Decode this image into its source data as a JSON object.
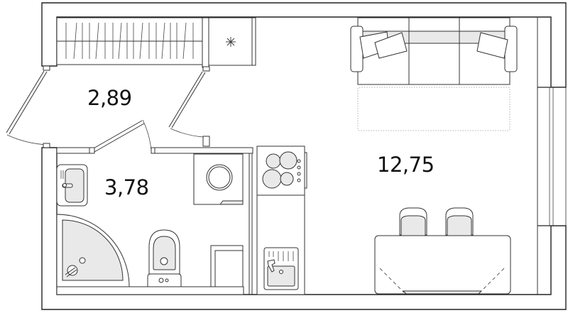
{
  "plan": {
    "type": "studio-apartment-floor-plan",
    "rooms": [
      {
        "id": "hallway",
        "label": "2,89"
      },
      {
        "id": "bathroom",
        "label": "3,78"
      },
      {
        "id": "living",
        "label": "12,75"
      }
    ],
    "fixtures": [
      "wardrobe",
      "storage-niche",
      "sofa",
      "rug",
      "washing-machine",
      "washbasin",
      "corner-shower",
      "toilet",
      "hob",
      "kitchen-sink",
      "dining-table",
      "chair",
      "chair",
      "window"
    ],
    "colors": {
      "wall_stroke": "#222222",
      "fixture_fill": "#e9e9e9",
      "background": "#ffffff"
    }
  }
}
